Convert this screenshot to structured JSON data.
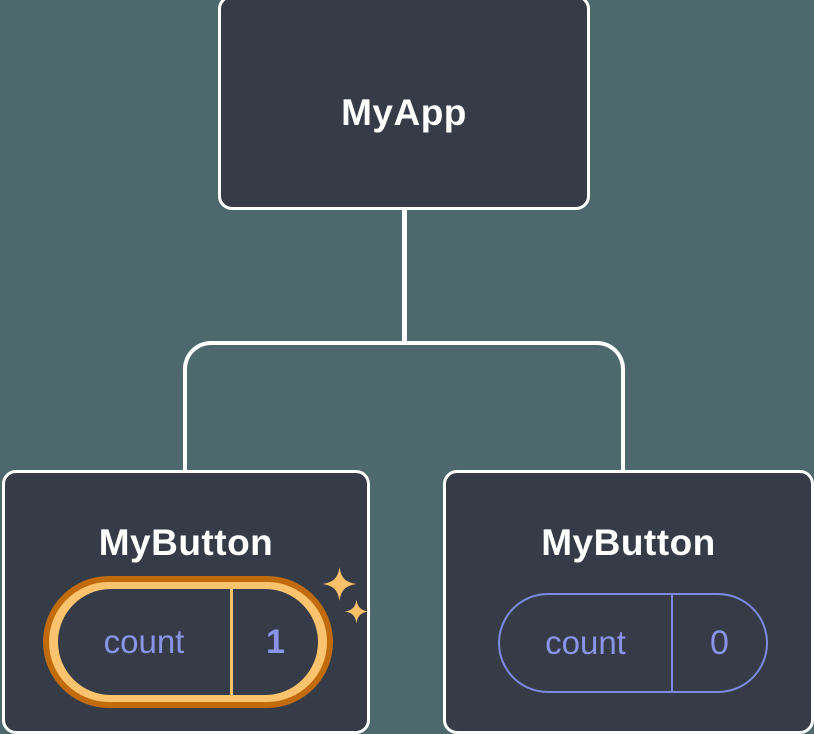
{
  "diagram": {
    "nodes": {
      "root": {
        "label": "MyApp"
      },
      "left_child": {
        "label": "MyButton",
        "state_key": "count",
        "state_value": "1",
        "highlighted": true
      },
      "right_child": {
        "label": "MyButton",
        "state_key": "count",
        "state_value": "0",
        "highlighted": false
      }
    },
    "colors": {
      "background": "#4D696E",
      "node_fill": "#363C47",
      "node_border": "#FFFFFF",
      "state_text": "#8A93E8",
      "state_border": "#7E89E4",
      "ring_outer": "#C16B0D",
      "ring_inner": "#FBC36E",
      "sparkle": "#FAC169"
    }
  }
}
